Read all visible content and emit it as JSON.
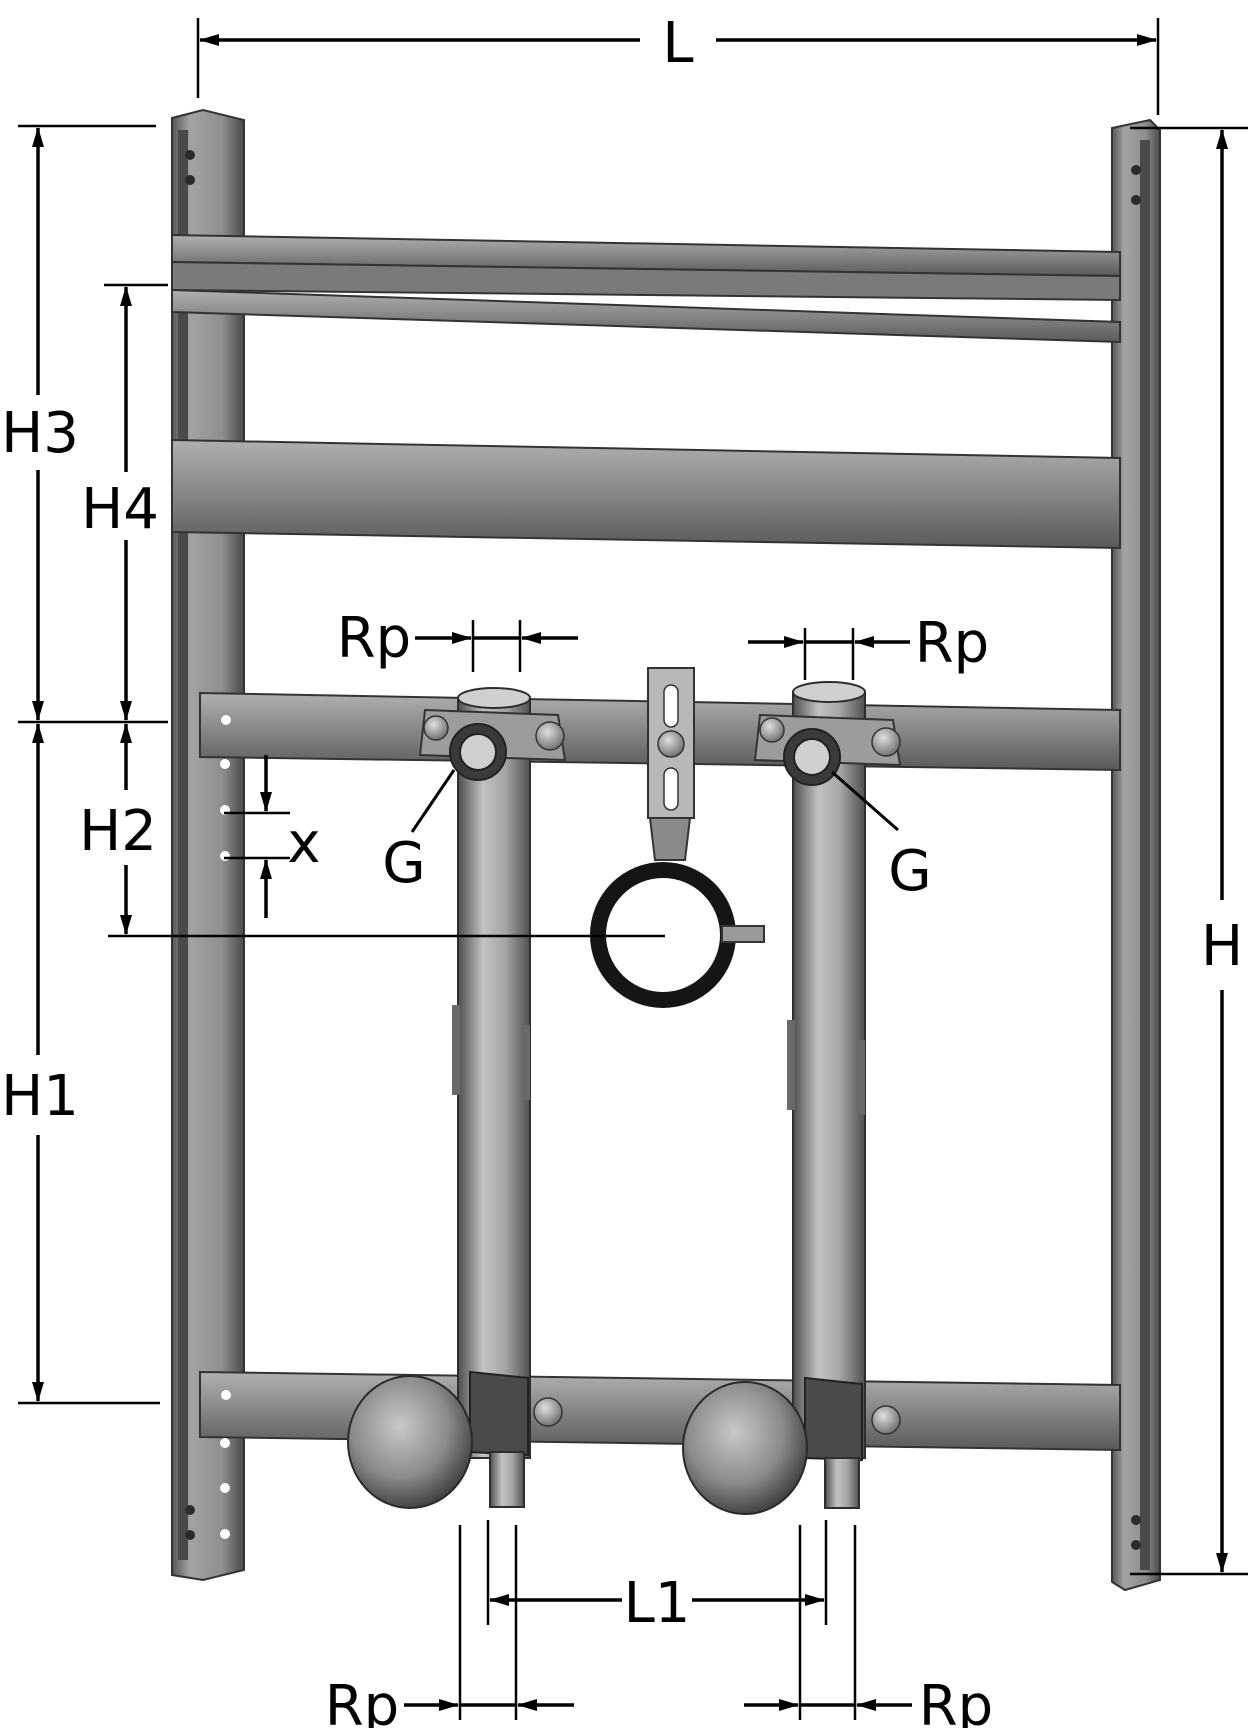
{
  "labels": {
    "L": "L",
    "H": "H",
    "H1": "H1",
    "H2": "H2",
    "H3": "H3",
    "H4": "H4",
    "x": "x",
    "G": "G",
    "Rp": "Rp",
    "L1": "L1"
  },
  "colors": {
    "frame_light": "#9a9a9a",
    "frame_mid": "#7a7a7a",
    "frame_dark": "#3e3e3e",
    "pipe_light": "#b3b3b3",
    "pipe_dark": "#5c5c5c",
    "line": "#000000"
  }
}
